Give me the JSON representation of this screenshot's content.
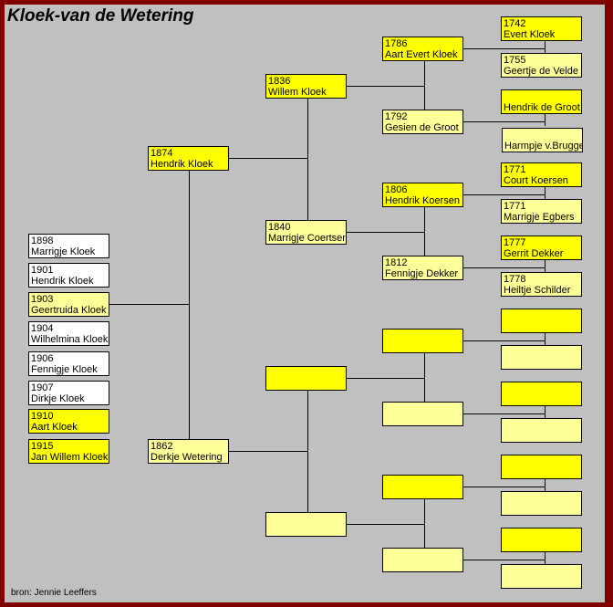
{
  "title": "Kloek-van de Wetering",
  "source": "bron: Jennie Leeffers",
  "colors": {
    "male": "#ffff00",
    "female": "#ffff99",
    "plain": "#ffffff",
    "border": "#800000",
    "background": "#c0c0c0"
  },
  "children": [
    {
      "year": "1898",
      "name": "Marrigje Kloek",
      "color": "plain"
    },
    {
      "year": "1901",
      "name": "Hendrik Kloek",
      "color": "plain"
    },
    {
      "year": "1903",
      "name": "Geertruida Kloek",
      "color": "female"
    },
    {
      "year": "1904",
      "name": "Wilhelmina Kloek",
      "color": "plain"
    },
    {
      "year": "1906",
      "name": "Fennigje Kloek",
      "color": "plain"
    },
    {
      "year": "1907",
      "name": "Dirkje Kloek",
      "color": "plain"
    },
    {
      "year": "1910",
      "name": "Aart Kloek",
      "color": "male"
    },
    {
      "year": "1915",
      "name": "Jan Willem Kloek",
      "color": "male"
    }
  ],
  "parents": [
    {
      "year": "1874",
      "name": "Hendrik Kloek",
      "color": "male"
    },
    {
      "year": "1862",
      "name": "Derkje Wetering",
      "color": "female"
    }
  ],
  "grandparents": [
    {
      "year": "1836",
      "name": "Willem Kloek",
      "color": "male"
    },
    {
      "year": "1840",
      "name": "Marrigje Coertsen",
      "color": "female"
    },
    {
      "year": "",
      "name": "",
      "color": "male"
    },
    {
      "year": "",
      "name": "",
      "color": "female"
    }
  ],
  "great_grandparents": [
    {
      "year": "1786",
      "name": "Aart Evert Kloek",
      "color": "male"
    },
    {
      "year": "1792",
      "name": "Gesien de Groot",
      "color": "female"
    },
    {
      "year": "1806",
      "name": "Hendrik Koersen",
      "color": "male"
    },
    {
      "year": "1812",
      "name": "Fennigje Dekker",
      "color": "female"
    },
    {
      "year": "",
      "name": "",
      "color": "male"
    },
    {
      "year": "",
      "name": "",
      "color": "female"
    },
    {
      "year": "",
      "name": "",
      "color": "male"
    },
    {
      "year": "",
      "name": "",
      "color": "female"
    }
  ],
  "great_great_grandparents": [
    {
      "year": "1742",
      "name": "Evert Kloek",
      "color": "male"
    },
    {
      "year": "1755",
      "name": "Geertje de Velde",
      "color": "female"
    },
    {
      "year": "",
      "name": "Hendrik de Groot",
      "color": "male"
    },
    {
      "year": "",
      "name": "Harmpje v.Bruggen",
      "color": "female"
    },
    {
      "year": "1771",
      "name": "Court Koersen",
      "color": "male"
    },
    {
      "year": "1771",
      "name": "Marrigje Egbers",
      "color": "female"
    },
    {
      "year": "1777",
      "name": "Gerrit Dekker",
      "color": "male"
    },
    {
      "year": "1778",
      "name": "Heiltje Schilder",
      "color": "female"
    },
    {
      "year": "",
      "name": "",
      "color": "male"
    },
    {
      "year": "",
      "name": "",
      "color": "female"
    },
    {
      "year": "",
      "name": "",
      "color": "male"
    },
    {
      "year": "",
      "name": "",
      "color": "female"
    },
    {
      "year": "",
      "name": "",
      "color": "male"
    },
    {
      "year": "",
      "name": "",
      "color": "female"
    },
    {
      "year": "",
      "name": "",
      "color": "male"
    },
    {
      "year": "",
      "name": "",
      "color": "female"
    }
  ]
}
